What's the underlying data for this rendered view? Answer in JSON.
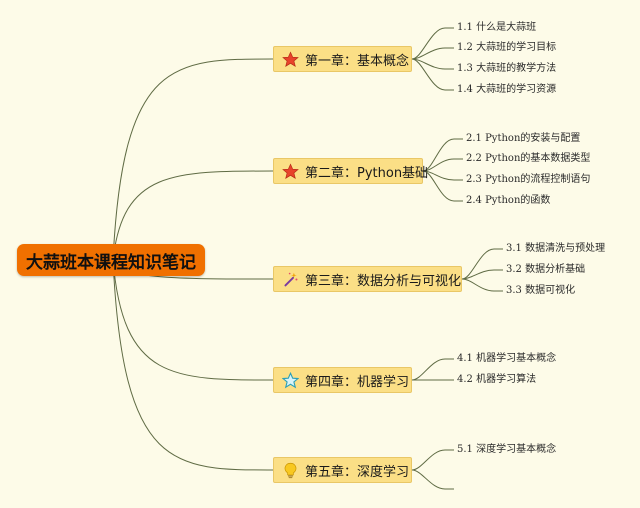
{
  "root": {
    "label": "大蒜班本课程知识笔记"
  },
  "colors": {
    "background": "#fdfbe8",
    "root_fill": "#f07000",
    "chapter_fill": "#fbdf86",
    "connector": "#5f6b44"
  },
  "chapters": [
    {
      "title": "第一章：基本概念",
      "icon": "star-red-icon",
      "items": [
        "1.1 什么是大蒜班",
        "1.2 大蒜班的学习目标",
        "1.3 大蒜班的教学方法",
        "1.4 大蒜班的学习资源"
      ]
    },
    {
      "title": "第二章：Python基础",
      "icon": "star-red-icon",
      "items": [
        "2.1 Python的安装与配置",
        "2.2 Python的基本数据类型",
        "2.3 Python的流程控制语句",
        "2.4 Python的函数"
      ]
    },
    {
      "title": "第三章：数据分析与可视化",
      "icon": "magic-wand-icon",
      "items": [
        "3.1 数据清洗与预处理",
        "3.2 数据分析基础",
        "3.3 数据可视化"
      ]
    },
    {
      "title": "第四章：机器学习",
      "icon": "star-outline-icon",
      "items": [
        "4.1 机器学习基本概念",
        "4.2 机器学习算法"
      ]
    },
    {
      "title": "第五章：深度学习",
      "icon": "lightbulb-icon",
      "items": [
        "5.1 深度学习基本概念",
        ""
      ]
    }
  ]
}
